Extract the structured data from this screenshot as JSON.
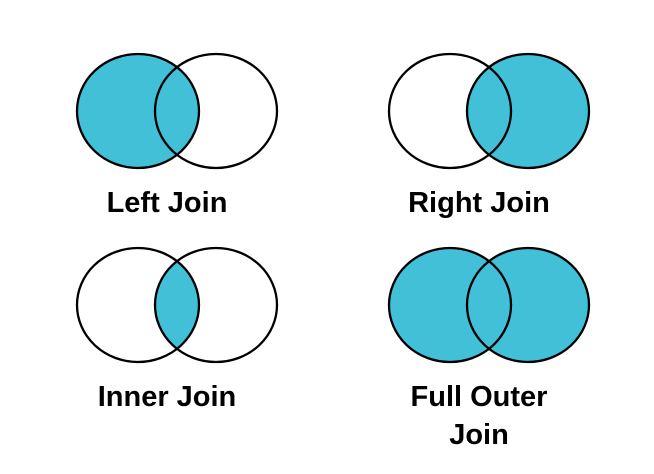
{
  "colors": {
    "highlight_fill": "#41C0D8",
    "outline": "#000000",
    "label_text": "#000000",
    "background": "#FFFFFF"
  },
  "diagrams": [
    {
      "label": "Left Join",
      "highlighted_region": "left circle"
    },
    {
      "label": "Right Join",
      "highlighted_region": "right circle"
    },
    {
      "label": "Inner Join",
      "highlighted_region": "intersection"
    },
    {
      "label": "Full Outer\nJoin",
      "highlighted_region": "both circles"
    }
  ]
}
